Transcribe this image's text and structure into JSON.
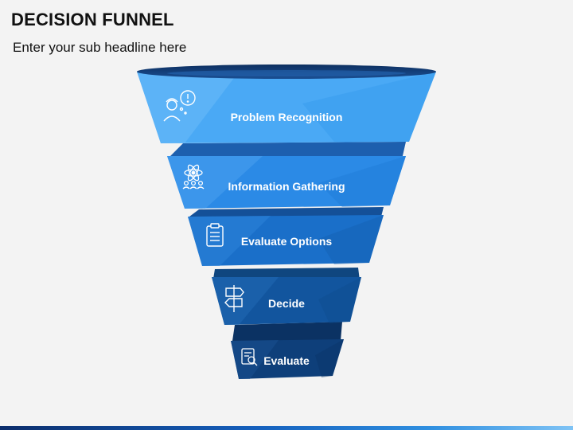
{
  "header": {
    "title": "DECISION FUNNEL",
    "subtitle": "Enter your sub headline here"
  },
  "stages": [
    {
      "label": "Problem Recognition",
      "icon": "person-alert-icon",
      "color": "#4aa9f5"
    },
    {
      "label": "Information Gathering",
      "icon": "atom-people-icon",
      "color": "#2b8ae6"
    },
    {
      "label": "Evaluate Options",
      "icon": "clipboard-icon",
      "color": "#1a6fc9"
    },
    {
      "label": "Decide",
      "icon": "signpost-icon",
      "color": "#12559e"
    },
    {
      "label": "Evaluate",
      "icon": "document-search-icon",
      "color": "#0e3f7a"
    }
  ],
  "colors": {
    "rim": "#0f3569",
    "rim_inner": "#1c5aa6",
    "background": "#f3f3f3"
  }
}
